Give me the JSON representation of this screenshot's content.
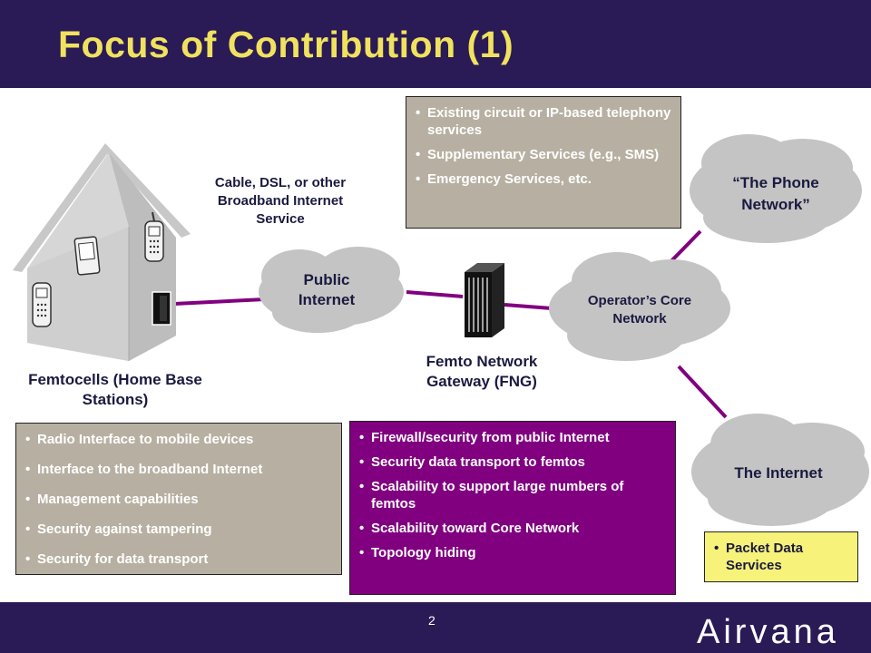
{
  "slide": {
    "title": "Focus of Contribution (1)",
    "page_number": "2",
    "logo": "Airvana"
  },
  "colors": {
    "header_band": "#2a1a55",
    "title": "#f0e25e",
    "cloud": "#c4c4c4",
    "connector": "#800080",
    "gray_box": "#b7b0a2",
    "purple_box": "#800080",
    "yellow_box": "#f6f27a"
  },
  "labels": {
    "broadband": "Cable, DSL, or other Broadband Internet Service",
    "femtocells": "Femtocells (Home Base Stations)",
    "fng": "Femto Network Gateway (FNG)"
  },
  "clouds": {
    "public_internet": "Public Internet",
    "core_network": "Operator’s Core Network",
    "phone_network": "“The Phone Network”",
    "internet": "The Internet"
  },
  "icons": {
    "house": "house-icon",
    "phone": "mobile-phone-icon",
    "pda": "pda-icon",
    "femtocell": "femtocell-device-icon",
    "gateway": "network-gateway-icon"
  },
  "boxes": {
    "telephony": [
      "Existing circuit or IP-based telephony services",
      "Supplementary Services (e.g., SMS)",
      "Emergency Services, etc."
    ],
    "femtocell_features": [
      "Radio Interface to mobile devices",
      "Interface to the broadband Internet",
      "Management capabilities",
      "Security against tampering",
      "Security for data transport"
    ],
    "fng_features": [
      "Firewall/security from public Internet",
      "Security data transport to femtos",
      "Scalability to support large numbers of femtos",
      "Scalability toward Core Network",
      "Topology hiding"
    ],
    "packet_data": [
      "Packet Data Services"
    ]
  }
}
